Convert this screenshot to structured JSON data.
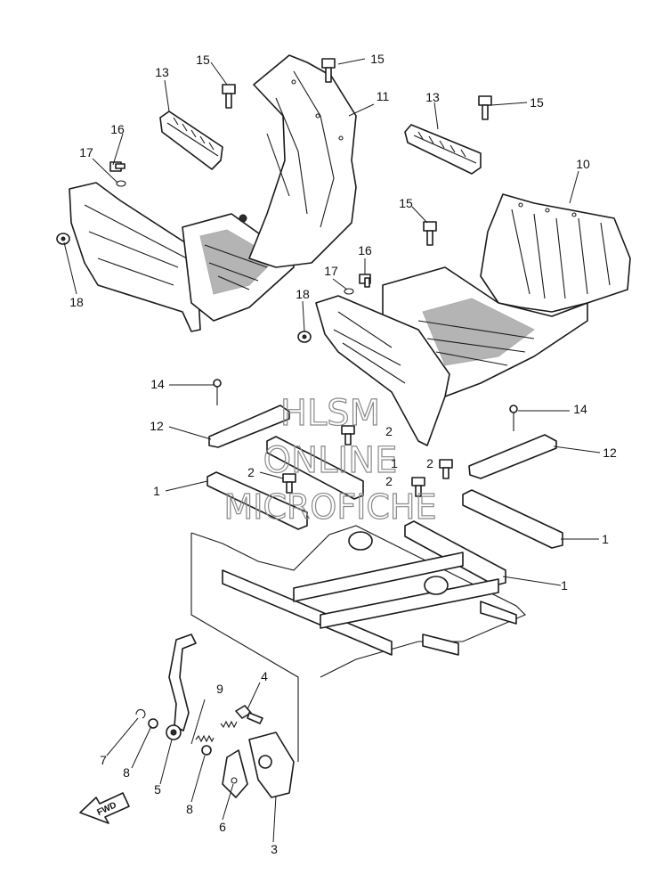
{
  "watermark": {
    "line1": "HLSM",
    "line2": "ONLINE",
    "line3": "MICROFICHE"
  },
  "fwd_label": "FWD",
  "callouts": [
    {
      "id": "c15a",
      "text": "15"
    },
    {
      "id": "c15b",
      "text": "15"
    },
    {
      "id": "c15c",
      "text": "15"
    },
    {
      "id": "c15d",
      "text": "15"
    },
    {
      "id": "c13a",
      "text": "13"
    },
    {
      "id": "c13b",
      "text": "13"
    },
    {
      "id": "c11",
      "text": "11"
    },
    {
      "id": "c10",
      "text": "10"
    },
    {
      "id": "c16a",
      "text": "16"
    },
    {
      "id": "c16b",
      "text": "16"
    },
    {
      "id": "c17a",
      "text": "17"
    },
    {
      "id": "c17b",
      "text": "17"
    },
    {
      "id": "c18a",
      "text": "18"
    },
    {
      "id": "c18b",
      "text": "18"
    },
    {
      "id": "c14a",
      "text": "14"
    },
    {
      "id": "c14b",
      "text": "14"
    },
    {
      "id": "c12a",
      "text": "12"
    },
    {
      "id": "c12b",
      "text": "12"
    },
    {
      "id": "c1a",
      "text": "1"
    },
    {
      "id": "c1b",
      "text": "1"
    },
    {
      "id": "c1c",
      "text": "1"
    },
    {
      "id": "c1d",
      "text": "1"
    },
    {
      "id": "c2a",
      "text": "2"
    },
    {
      "id": "c2b",
      "text": "2"
    },
    {
      "id": "c2c",
      "text": "2"
    },
    {
      "id": "c2d",
      "text": "2"
    },
    {
      "id": "c9",
      "text": "9"
    },
    {
      "id": "c4",
      "text": "4"
    },
    {
      "id": "c7",
      "text": "7"
    },
    {
      "id": "c8a",
      "text": "8"
    },
    {
      "id": "c8b",
      "text": "8"
    },
    {
      "id": "c5",
      "text": "5"
    },
    {
      "id": "c6",
      "text": "6"
    },
    {
      "id": "c3",
      "text": "3"
    }
  ]
}
